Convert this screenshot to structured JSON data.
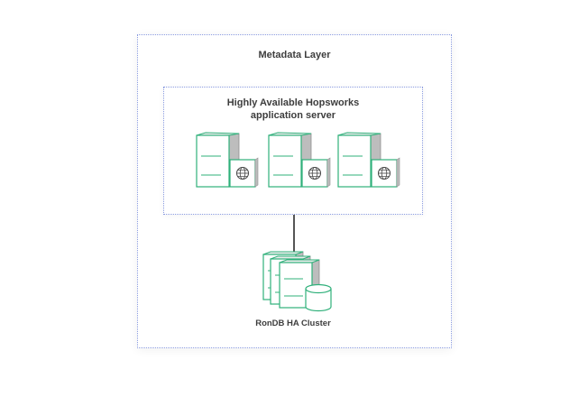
{
  "diagram": {
    "layer_title": "Metadata Layer",
    "server_group": {
      "title_line1": "Highly Available Hopsworks",
      "title_line2": "application server",
      "server_count": 3,
      "server_icon": "server-with-globe-icon"
    },
    "cluster": {
      "title": "RonDB HA Cluster",
      "icon": "server-stack-with-database-icon"
    },
    "colors": {
      "accent": "#2fb07a",
      "server_side": "#bdbdbd",
      "frame": "#8a9be0",
      "text": "#3d3d3d",
      "connector": "#555555"
    }
  }
}
